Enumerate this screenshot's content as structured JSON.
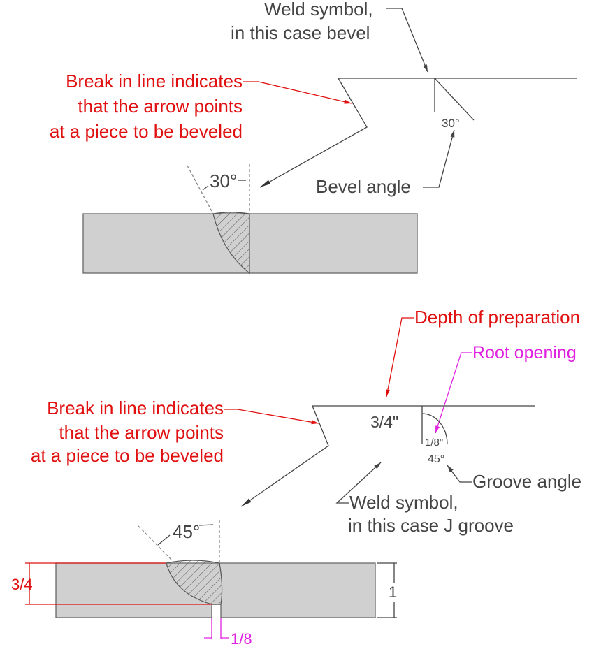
{
  "top": {
    "weld_symbol_label": [
      "Weld symbol,",
      "in this case bevel"
    ],
    "break_label": [
      "Break in line indicates",
      "that the arrow points",
      "at a piece to be beveled"
    ],
    "symbol_angle": "30°",
    "bevel_angle_label": "Bevel angle",
    "part_angle": "30°"
  },
  "bottom": {
    "depth_label": "Depth of preparation",
    "root_label": "Root opening",
    "break_label": [
      "Break in line indicates",
      "that the arrow points",
      "at a piece to be beveled"
    ],
    "depth_value": "3/4\"",
    "root_value": "1/8\"",
    "groove_angle_value": "45°",
    "groove_angle_label": "Groove angle",
    "weld_symbol_label": [
      "Weld symbol,",
      "in this case J groove"
    ],
    "part_angle": "45°",
    "dim_depth": "3/4",
    "dim_thickness": "1",
    "dim_root": "1/8"
  },
  "colors": {
    "annotation": "#e01010",
    "root": "#e020e0",
    "plate": "#d0d0d0"
  }
}
